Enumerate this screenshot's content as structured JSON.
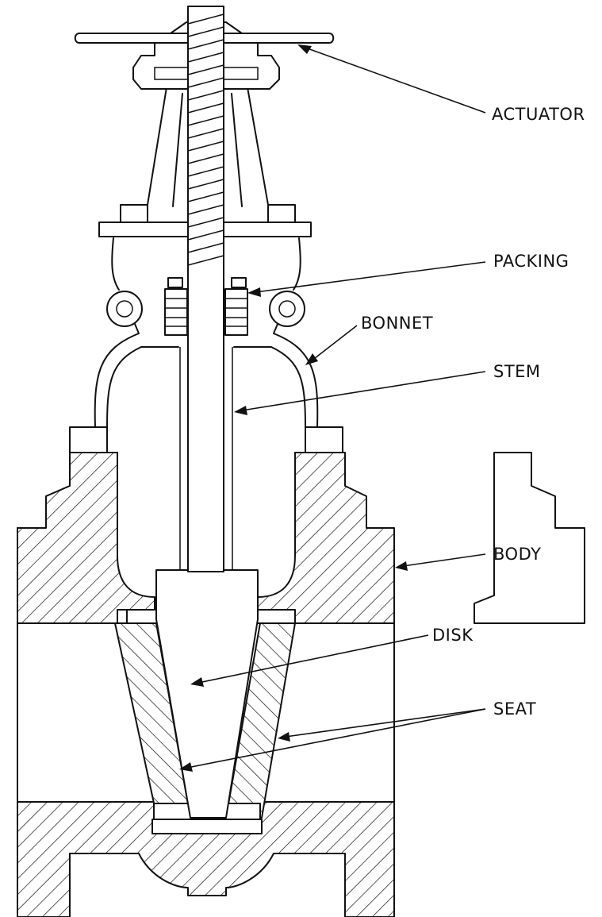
{
  "diagram": {
    "labels": {
      "actuator": "ACTUATOR",
      "packing": "PACKING",
      "bonnet": "BONNET",
      "stem": "STEM",
      "body": "BODY",
      "disk": "DISK",
      "seat": "SEAT"
    },
    "colors": {
      "line": "#111111",
      "background": "#ffffff"
    }
  }
}
